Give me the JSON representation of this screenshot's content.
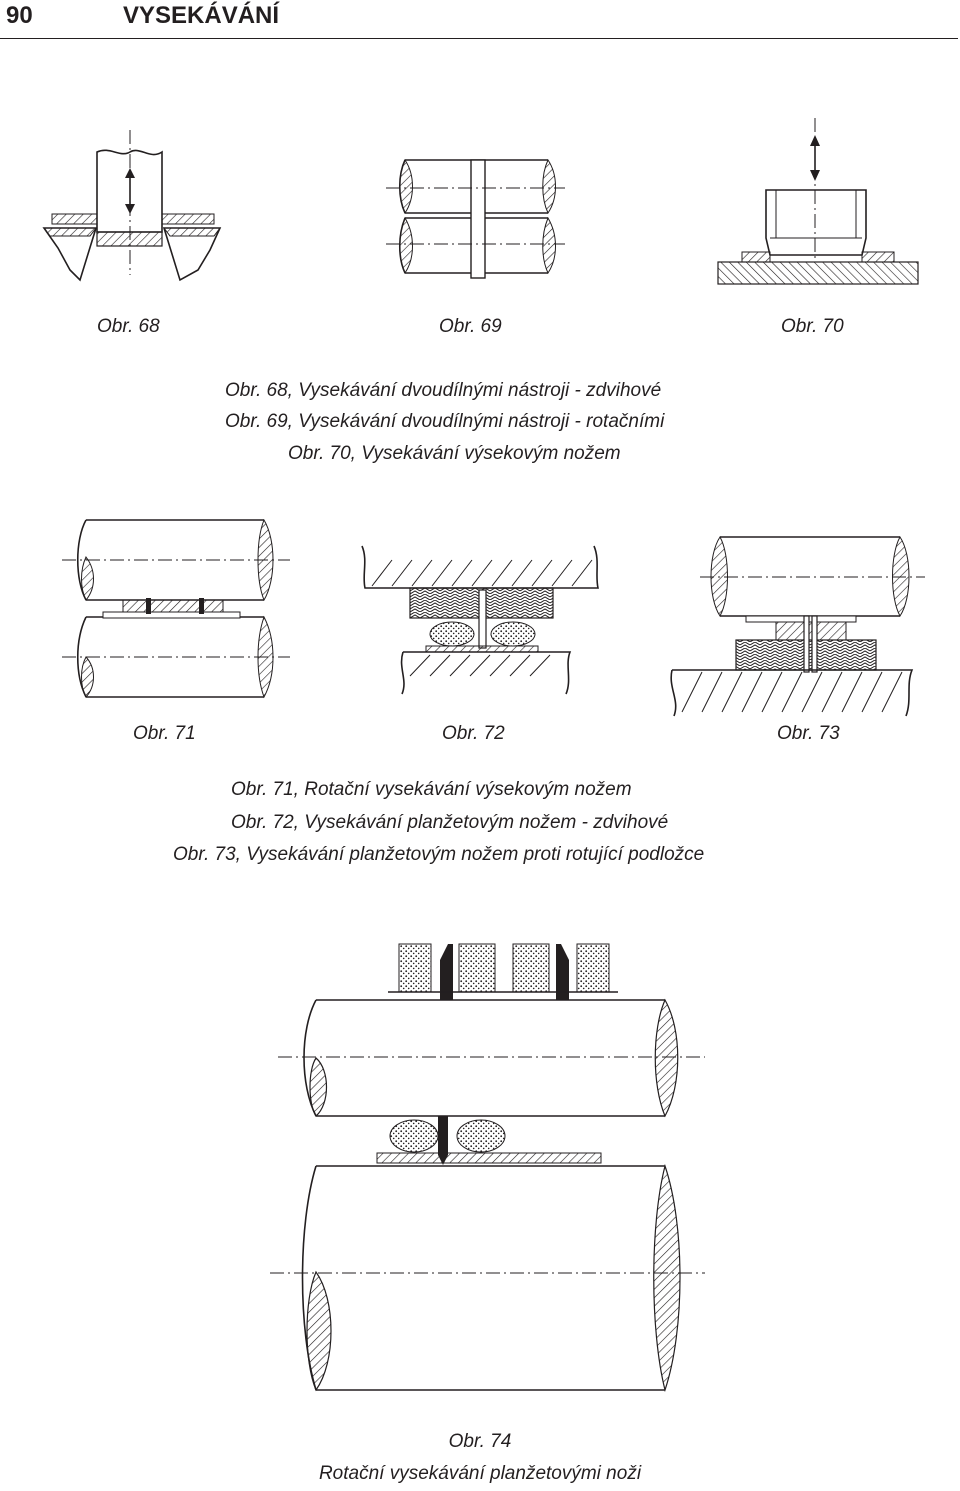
{
  "header": {
    "page_number": "90",
    "title": "VYSEKÁVÁNÍ"
  },
  "figures_row1": {
    "labels": [
      "Obr. 68",
      "Obr. 69",
      "Obr. 70"
    ],
    "captions": [
      "Obr. 68, Vysekávání dvoudílnými nástroji - zdvihové",
      "Obr. 69, Vysekávání dvoudílnými nástroji - rotačními",
      "Obr. 70, Vysekávání výsekovým nožem"
    ]
  },
  "figures_row2": {
    "labels": [
      "Obr. 71",
      "Obr. 72",
      "Obr. 73"
    ],
    "captions": [
      "Obr. 71, Rotační vysekávání výsekovým nožem",
      "Obr. 72, Vysekávání planžetovým nožem - zdvihové",
      "Obr. 73, Vysekávání planžetovým nožem proti rotující podložce"
    ]
  },
  "figure74": {
    "label": "Obr. 74",
    "caption": "Rotační vysekávání planžetovými noži"
  },
  "colors": {
    "ink": "#231f20",
    "background": "#ffffff"
  }
}
